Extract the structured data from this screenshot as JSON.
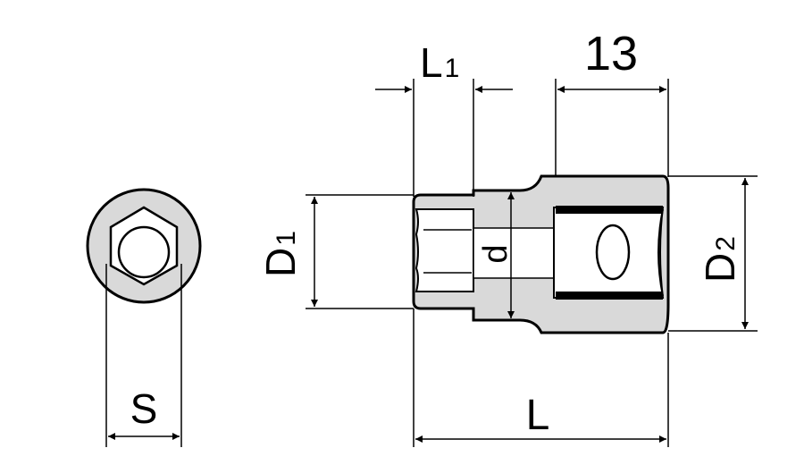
{
  "labels": {
    "l1_main": "L",
    "l1_sub": "1",
    "dim_13": "13",
    "d1_main": "D",
    "d1_sub": "1",
    "d_small": "d",
    "d2_main": "D",
    "d2_sub": "2",
    "s": "S",
    "l": "L"
  },
  "colors": {
    "line": "#000000",
    "body_fill": "#d9d9d9",
    "background": "#ffffff"
  }
}
